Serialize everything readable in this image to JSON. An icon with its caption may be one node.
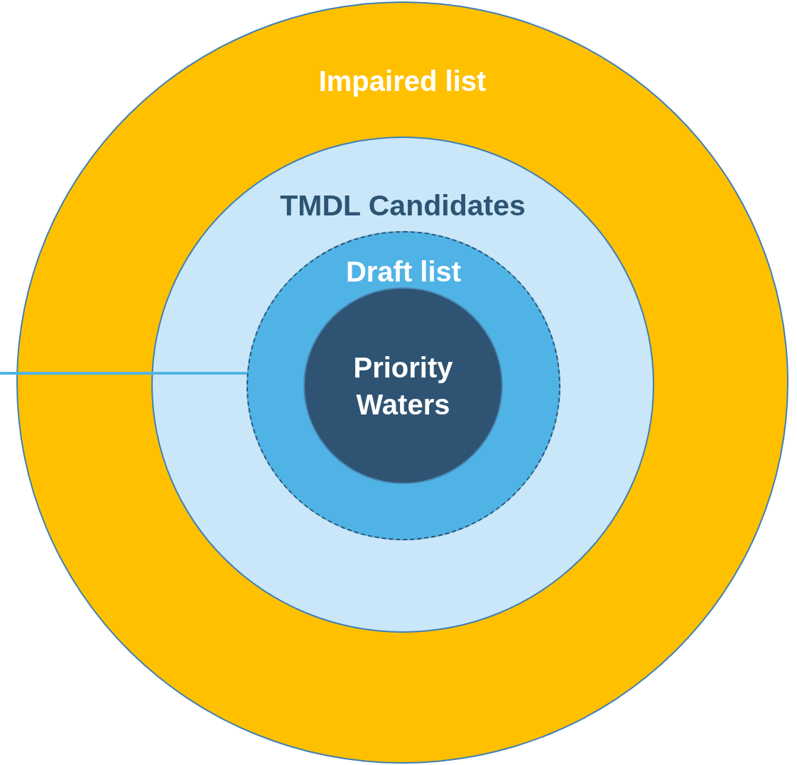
{
  "diagram": {
    "nodes": [
      {
        "text": [
          "Impaired list"
        ]
      },
      {
        "text": [
          "TMDL Candidates"
        ],
        "in": 0
      },
      {
        "text": [
          "Draft list"
        ],
        "in": 1
      },
      {
        "text": [
          "Priority Waters"
        ],
        "in": 2
      }
    ],
    "edges": [
      {
        "from": null,
        "to": 2,
        "arrow": "none"
      }
    ]
  }
}
